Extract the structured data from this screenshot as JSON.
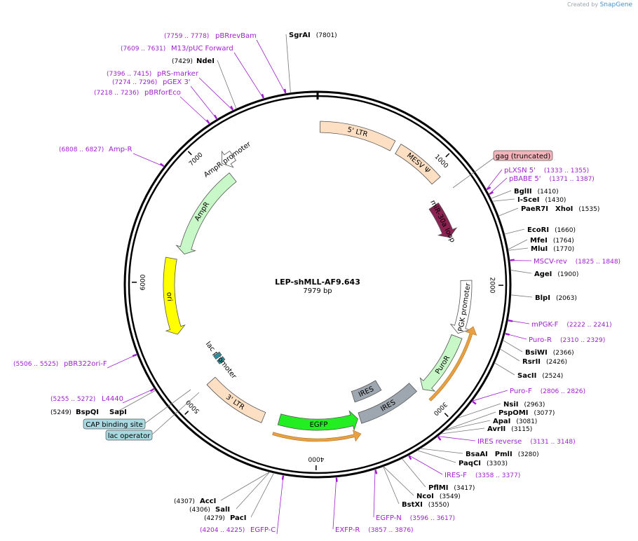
{
  "credit": {
    "prefix": "Created by",
    "brand": "SnapGene"
  },
  "plasmid": {
    "name": "LEP-shMLL-AF9.643",
    "length_label": "7979 bp",
    "length": 7979
  },
  "colors": {
    "ltr": "#fde0c4",
    "mesv": "#fde0c4",
    "mir": "#8b2252",
    "pgk": "#ffffff",
    "puro": "#c8f7c8",
    "ires": "#9ea7b0",
    "egfp": "#22ee22",
    "ampr": "#c8f7c8",
    "ori": "#ffff00",
    "orange": "#e8a040",
    "primer": "#a020d0",
    "backbone": "#000000"
  },
  "ticks": [
    {
      "pos": 1000,
      "label": "1000"
    },
    {
      "pos": 2000,
      "label": "2000"
    },
    {
      "pos": 3000,
      "label": "3000"
    },
    {
      "pos": 4000,
      "label": "4000"
    },
    {
      "pos": 5000,
      "label": "5000"
    },
    {
      "pos": 6000,
      "label": "6000"
    },
    {
      "pos": 7000,
      "label": "7000"
    }
  ],
  "features": [
    {
      "id": "ltr5",
      "label": "5' LTR",
      "start": 20,
      "end": 630,
      "color": "#fde0c4",
      "shape": "box"
    },
    {
      "id": "mesv",
      "label": "MESV Ψ",
      "start": 680,
      "end": 1080,
      "color": "#fde0c4",
      "shape": "box"
    },
    {
      "id": "mir",
      "label": "miR-30a loop",
      "start": 1240,
      "end": 1560,
      "color": "#8b2252",
      "shape": "arrow"
    },
    {
      "id": "pgk",
      "label": "PGK promoter",
      "start": 1960,
      "end": 2420,
      "color": "#ffffff",
      "shape": "arrow"
    },
    {
      "id": "puror",
      "label": "PuroR",
      "start": 2450,
      "end": 2990,
      "color": "#c8f7c8",
      "shape": "arrow"
    },
    {
      "id": "ires1",
      "label": "IRES",
      "start": 3300,
      "end": 3600,
      "color": "#9ea7b0",
      "shape": "box"
    },
    {
      "id": "ires2",
      "label": "IRES",
      "start": 3040,
      "end": 3600,
      "color": "#9ea7b0",
      "shape": "box"
    },
    {
      "id": "egfp",
      "label": "EGFP",
      "start": 3620,
      "end": 4340,
      "color": "#22ee22",
      "shape": "arrow-rev"
    },
    {
      "id": "ltr3",
      "label": "3' LTR",
      "start": 4480,
      "end": 5050,
      "color": "#fde0c4",
      "shape": "box"
    },
    {
      "id": "ori",
      "label": "ori",
      "start": 5550,
      "end": 6210,
      "color": "#ffff00",
      "shape": "arrow-rev"
    },
    {
      "id": "ampr",
      "label": "AmpR",
      "start": 6270,
      "end": 7130,
      "color": "#c8f7c8",
      "shape": "arrow-rev"
    },
    {
      "id": "amprp",
      "label": "AmpR promoter",
      "start": 7130,
      "end": 7240,
      "color": "#ffffff",
      "shape": "arrow-rev"
    },
    {
      "id": "lacp",
      "label": "lac promoter",
      "start": 5120,
      "end": 5160,
      "color": "#2a8f9f",
      "shape": "small"
    },
    {
      "id": "lacp2",
      "label": "",
      "start": 5180,
      "end": 5220,
      "color": "#2a8f9f",
      "shape": "small"
    }
  ],
  "enzymes": [
    {
      "name": "SgrAI",
      "pos_label": "(7801)",
      "pos": 7801
    },
    {
      "name": "NdeI",
      "pos_label": "(7429)",
      "pos": 7429
    },
    {
      "name": "BglII",
      "pos_label": "(1410)",
      "pos": 1410
    },
    {
      "name": "I-SceI",
      "pos_label": "(1430)",
      "pos": 1430
    },
    {
      "name": "PaeR7I",
      "name2": "XhoI",
      "pos_label": "(1535)",
      "pos": 1535
    },
    {
      "name": "EcoRI",
      "pos_label": "(1660)",
      "pos": 1660
    },
    {
      "name": "MfeI",
      "pos_label": "(1764)",
      "pos": 1764
    },
    {
      "name": "MluI",
      "pos_label": "(1770)",
      "pos": 1770
    },
    {
      "name": "AgeI",
      "pos_label": "(1900)",
      "pos": 1900
    },
    {
      "name": "BlpI",
      "pos_label": "(2063)",
      "pos": 2063
    },
    {
      "name": "BsiWI",
      "pos_label": "(2366)",
      "pos": 2366
    },
    {
      "name": "RsrII",
      "pos_label": "(2426)",
      "pos": 2426
    },
    {
      "name": "SacII",
      "pos_label": "(2524)",
      "pos": 2524
    },
    {
      "name": "NsiI",
      "pos_label": "(2963)",
      "pos": 2963
    },
    {
      "name": "PspOMI",
      "pos_label": "(3077)",
      "pos": 3077
    },
    {
      "name": "ApaI",
      "pos_label": "(3081)",
      "pos": 3081
    },
    {
      "name": "AvrII",
      "pos_label": "(3115)",
      "pos": 3115
    },
    {
      "name": "BsaAI",
      "name2": "PmlI",
      "pos_label": "(3280)",
      "pos": 3280
    },
    {
      "name": "PaqCI",
      "pos_label": "(3303)",
      "pos": 3303
    },
    {
      "name": "PflMI",
      "pos_label": "(3417)",
      "pos": 3417
    },
    {
      "name": "NcoI",
      "pos_label": "(3549)",
      "pos": 3549
    },
    {
      "name": "BstXI",
      "pos_label": "(3550)",
      "pos": 3550
    },
    {
      "name": "AccI",
      "pos_label": "(4307)",
      "pos": 4307
    },
    {
      "name": "SalI",
      "pos_label": "(4306)",
      "pos": 4306
    },
    {
      "name": "PacI",
      "pos_label": "(4279)",
      "pos": 4279
    },
    {
      "name": "BspQI",
      "name2": "SapI",
      "pos_label": "(5249)",
      "pos": 5249
    }
  ],
  "primers": [
    {
      "name": "pBRrevBam",
      "range": "(7759 .. 7778)",
      "pos": 7768
    },
    {
      "name": "M13/pUC Forward",
      "range": "(7609 .. 7631)",
      "pos": 7620
    },
    {
      "name": "pRS-marker",
      "range": "(7396 .. 7415)",
      "pos": 7405
    },
    {
      "name": "pGEX 3'",
      "range": "(7274 .. 7296)",
      "pos": 7285
    },
    {
      "name": "pBRforEco",
      "range": "(7218 .. 7236)",
      "pos": 7227
    },
    {
      "name": "Amp-R",
      "range": "(6808 .. 6827)",
      "pos": 6817
    },
    {
      "name": "pLXSN 5'",
      "range": "(1333 .. 1355)",
      "pos": 1344
    },
    {
      "name": "pBABE 5'",
      "range": "(1371 .. 1387)",
      "pos": 1379
    },
    {
      "name": "MSCV-rev",
      "range": "(1825 .. 1848)",
      "pos": 1836
    },
    {
      "name": "mPGK-F",
      "range": "(2222 .. 2241)",
      "pos": 2231
    },
    {
      "name": "Puro-R",
      "range": "(2310 .. 2329)",
      "pos": 2320
    },
    {
      "name": "Puro-F",
      "range": "(2806 .. 2826)",
      "pos": 2816
    },
    {
      "name": "IRES reverse",
      "range": "(3131 .. 3148)",
      "pos": 3140
    },
    {
      "name": "IRES-F",
      "range": "(3358 .. 3377)",
      "pos": 3367
    },
    {
      "name": "EGFP-N",
      "range": "(3596 .. 3617)",
      "pos": 3606
    },
    {
      "name": "EXFP-R",
      "range": "(3857 .. 3876)",
      "pos": 3866
    },
    {
      "name": "EGFP-C",
      "range": "(4204 .. 4225)",
      "pos": 4215
    },
    {
      "name": "L4440",
      "range": "(5255 .. 5272)",
      "pos": 5263
    },
    {
      "name": "pBR322ori-F",
      "range": "(5506 .. 5525)",
      "pos": 5515
    }
  ],
  "boxed_labels": [
    {
      "id": "gag",
      "text": "gag (truncated)",
      "color": "#f4b4bc"
    },
    {
      "id": "cap",
      "text": "CAP binding site",
      "color": "#a8d8e0"
    },
    {
      "id": "lacop",
      "text": "lac operator",
      "color": "#a8d8e0"
    }
  ]
}
